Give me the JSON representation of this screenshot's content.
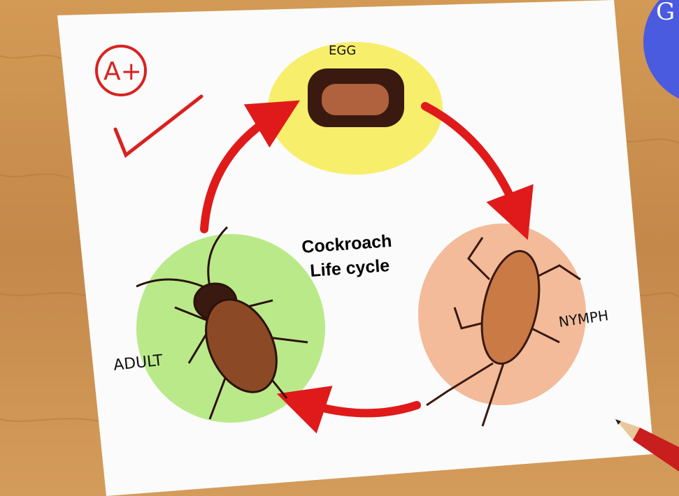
{
  "diagram": {
    "title_line1": "Cockroach",
    "title_line2": "Life cycle",
    "stages": [
      {
        "label": "EGG",
        "color": "#f5ea3c"
      },
      {
        "label": "NYMPH",
        "color": "#f0a070"
      },
      {
        "label": "ADULT",
        "color": "#9ee15a"
      }
    ],
    "arrow_color": "#e01a1a",
    "grade": "A+",
    "grade_color": "#d8221f"
  },
  "logo": {
    "text": "G",
    "color": "#4a5be0"
  }
}
